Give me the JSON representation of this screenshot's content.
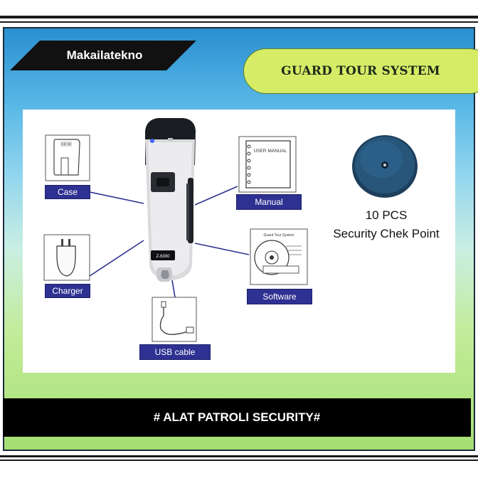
{
  "brand": {
    "name": "Makailatekno"
  },
  "title": {
    "text": "GUARD TOUR SYSTEM"
  },
  "items": {
    "case": "Case",
    "manual": "Manual",
    "charger": "Charger",
    "software": "Software",
    "usb": "USB cable"
  },
  "device": {
    "model": "Z-6300"
  },
  "manual_cover": "USER MANUAL",
  "software_cover": "Guard Tour System",
  "case_tag": "KB-58",
  "checkpoint": {
    "count": "10 PCS",
    "label": "Security Chek Point"
  },
  "footer": {
    "text": "# ALAT PATROLI SECURITY#"
  },
  "colors": {
    "label_bg": "#2e3191",
    "title_pill": "#d6ec67",
    "footer_bg": "#000000"
  }
}
